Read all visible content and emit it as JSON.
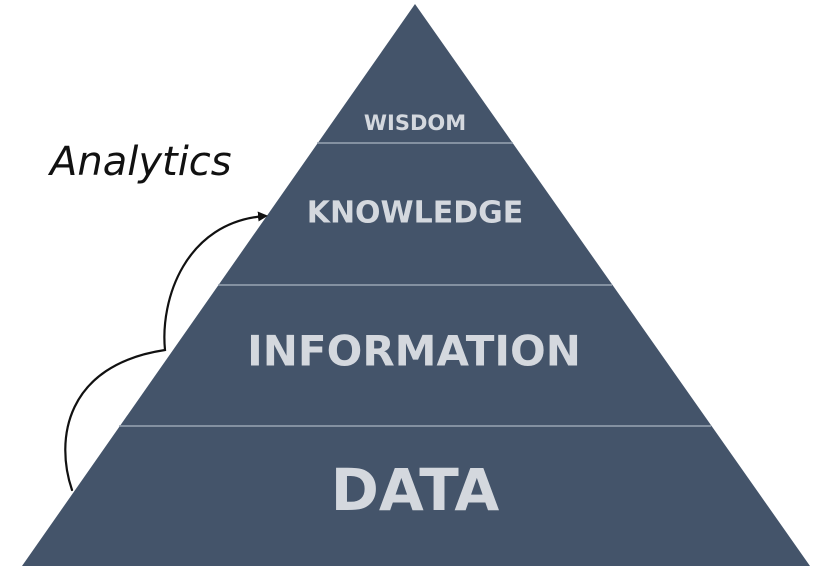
{
  "pyramid": {
    "fill_color": "#44546a",
    "divider_color": "#9aa5b3",
    "label_color": "#d4d8de",
    "tiers": [
      {
        "label": "WISDOM"
      },
      {
        "label": "KNOWLEDGE"
      },
      {
        "label": "INFORMATION"
      },
      {
        "label": "DATA"
      }
    ]
  },
  "annotation": {
    "label": "Analytics",
    "arrow_icon": "curved-arrow-icon"
  }
}
